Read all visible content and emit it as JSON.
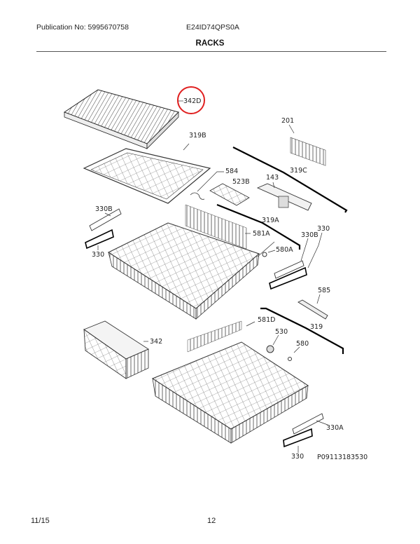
{
  "header": {
    "publication": "Publication No: 5995670758",
    "model": "E24ID74QPS0A",
    "section_title": "RACKS"
  },
  "diagram": {
    "highlight_color": "#e02020",
    "highlighted_part": "342D",
    "parts": {
      "p342D": "342D",
      "p201": "201",
      "p319B": "319B",
      "p584": "584",
      "p143": "143",
      "p319C": "319C",
      "p523B": "523B",
      "p330B_left": "330B",
      "p319A": "319A",
      "p581A": "581A",
      "p330_right": "330",
      "p330B_right": "330B",
      "p580A": "580A",
      "p330_left": "330",
      "p585": "585",
      "p581D": "581D",
      "p319": "319",
      "p530": "530",
      "p580": "580",
      "p342": "342",
      "p330A": "330A",
      "p330_bottom": "330"
    },
    "figure_code": "P09113183530"
  },
  "footer": {
    "date": "11/15",
    "page": "12"
  }
}
